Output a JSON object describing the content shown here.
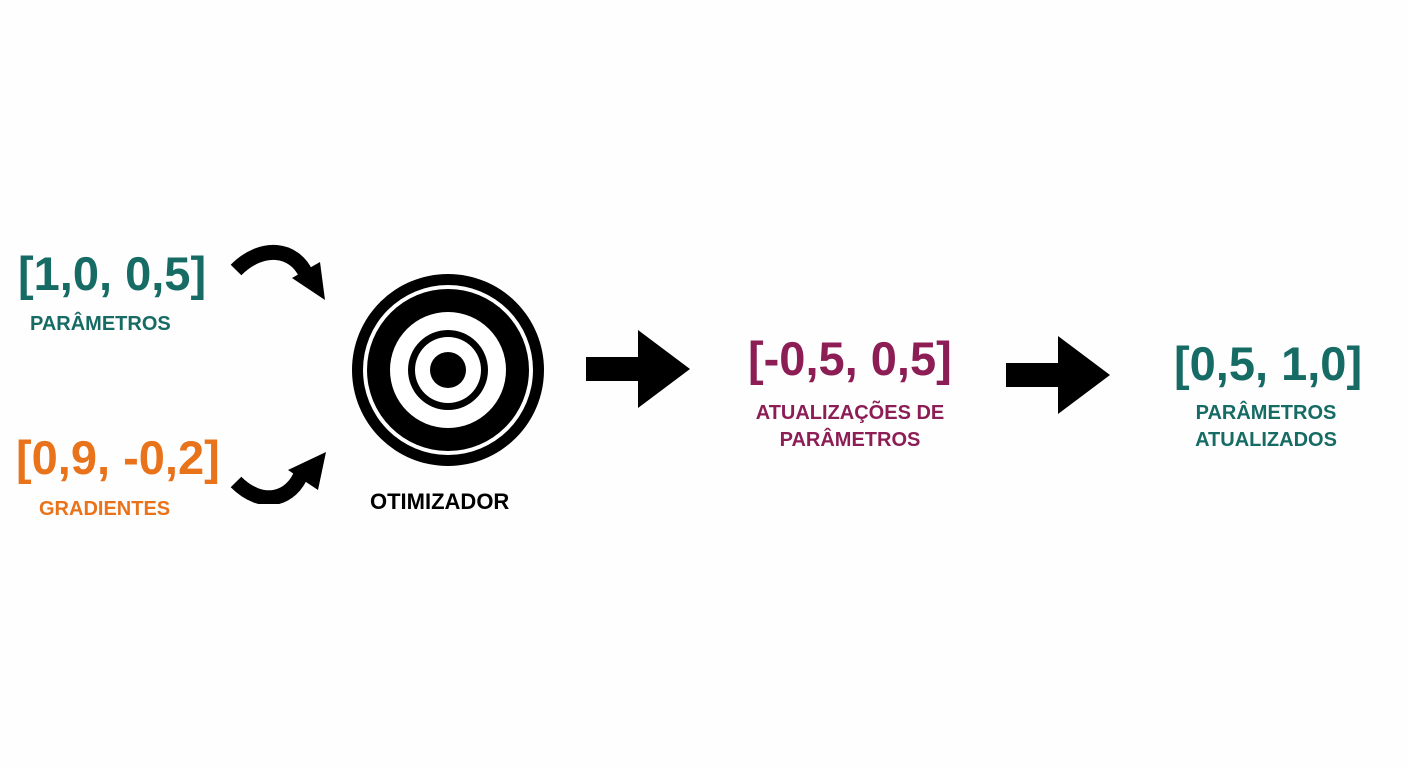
{
  "colors": {
    "parameters": "#166b64",
    "gradients": "#e8731a",
    "updates": "#8c1d55",
    "updated": "#166b64",
    "ink": "#000000",
    "background": "#fefefe"
  },
  "parameters": {
    "vector": "[1,0, 0,5]",
    "label": "PARÂMETROS"
  },
  "gradients": {
    "vector": "[0,9, -0,2]",
    "label": "GRADIENTES"
  },
  "optimizer": {
    "label": "OTIMIZADOR",
    "icon": "target-icon"
  },
  "updates": {
    "vector": "[-0,5, 0,5]",
    "label_lines": [
      "ATUALIZAÇÕES DE",
      "PARÂMETROS"
    ]
  },
  "updated_parameters": {
    "vector": "[0,5, 1,0]",
    "label_lines": [
      "PARÂMETROS",
      "ATUALIZADOS"
    ]
  },
  "icons": {
    "curved_arrow_top": "curved-arrow-icon",
    "curved_arrow_bottom": "curved-arrow-icon",
    "arrow_1": "right-arrow-icon",
    "arrow_2": "right-arrow-icon"
  }
}
